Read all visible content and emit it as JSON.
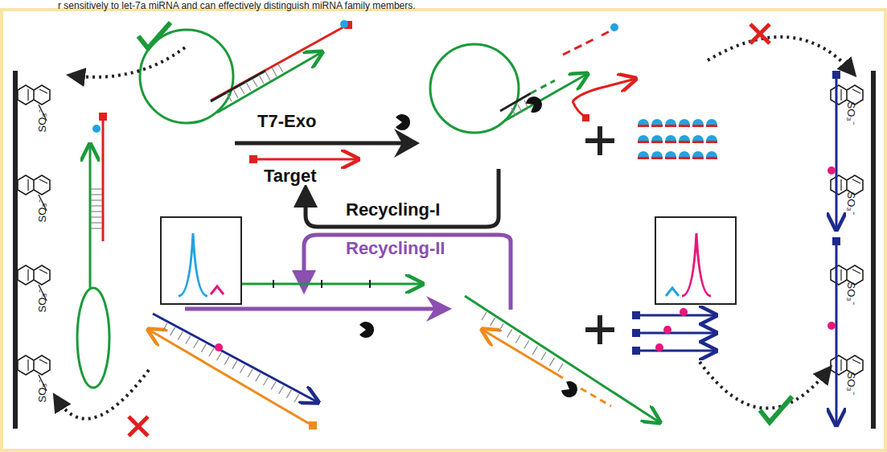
{
  "diagram": {
    "labels": [
      "r sensitively to let-7a miRNA and can effectively distinguish miRNA family members.",
      "T7-Exo",
      "Target",
      "Recycling-I",
      "Recycling-II",
      "SO₃⁻",
      "SO₃⁻",
      "SO₃⁻",
      "SO₃⁻",
      "SO₃⁻",
      "SO₃⁻",
      "SO₃⁻",
      "SO₃⁻"
    ]
  }
}
